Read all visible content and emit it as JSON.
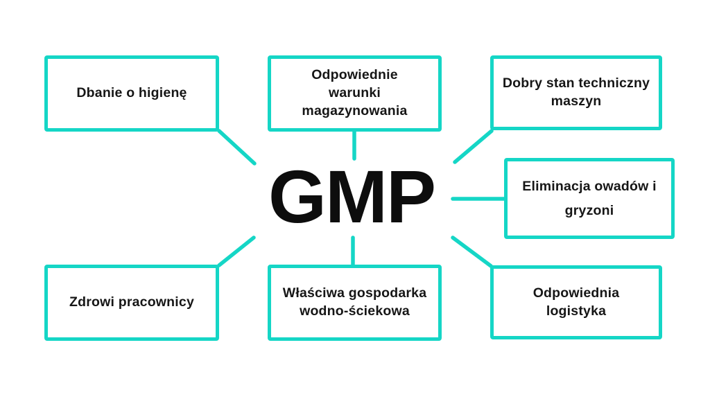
{
  "colors": {
    "accent": "#15d6c6",
    "text": "#161616",
    "background": "#ffffff",
    "center_text": "#0d0d0d"
  },
  "center": {
    "label": "GMP"
  },
  "nodes": [
    {
      "id": "dbanie-o-higiene",
      "label": "Dbanie o higienę"
    },
    {
      "id": "odpowiednie-warunki-magazynowania",
      "label": "Odpowiednie warunki magazynowania"
    },
    {
      "id": "dobry-stan-techniczny-maszyn",
      "label": "Dobry stan techniczny maszyn"
    },
    {
      "id": "eliminacja-owadow-i-gryzoni",
      "label": "Eliminacja owadów i gryzoni"
    },
    {
      "id": "zdrowi-pracownicy",
      "label": "Zdrowi pracownicy"
    },
    {
      "id": "wlasciwa-gospodarka-wodno-sciekowa",
      "label": "Właściwa gospodarka wodno-ściekowa"
    },
    {
      "id": "odpowiednia-logistyka",
      "label": "Odpowiednia logistyka"
    }
  ]
}
